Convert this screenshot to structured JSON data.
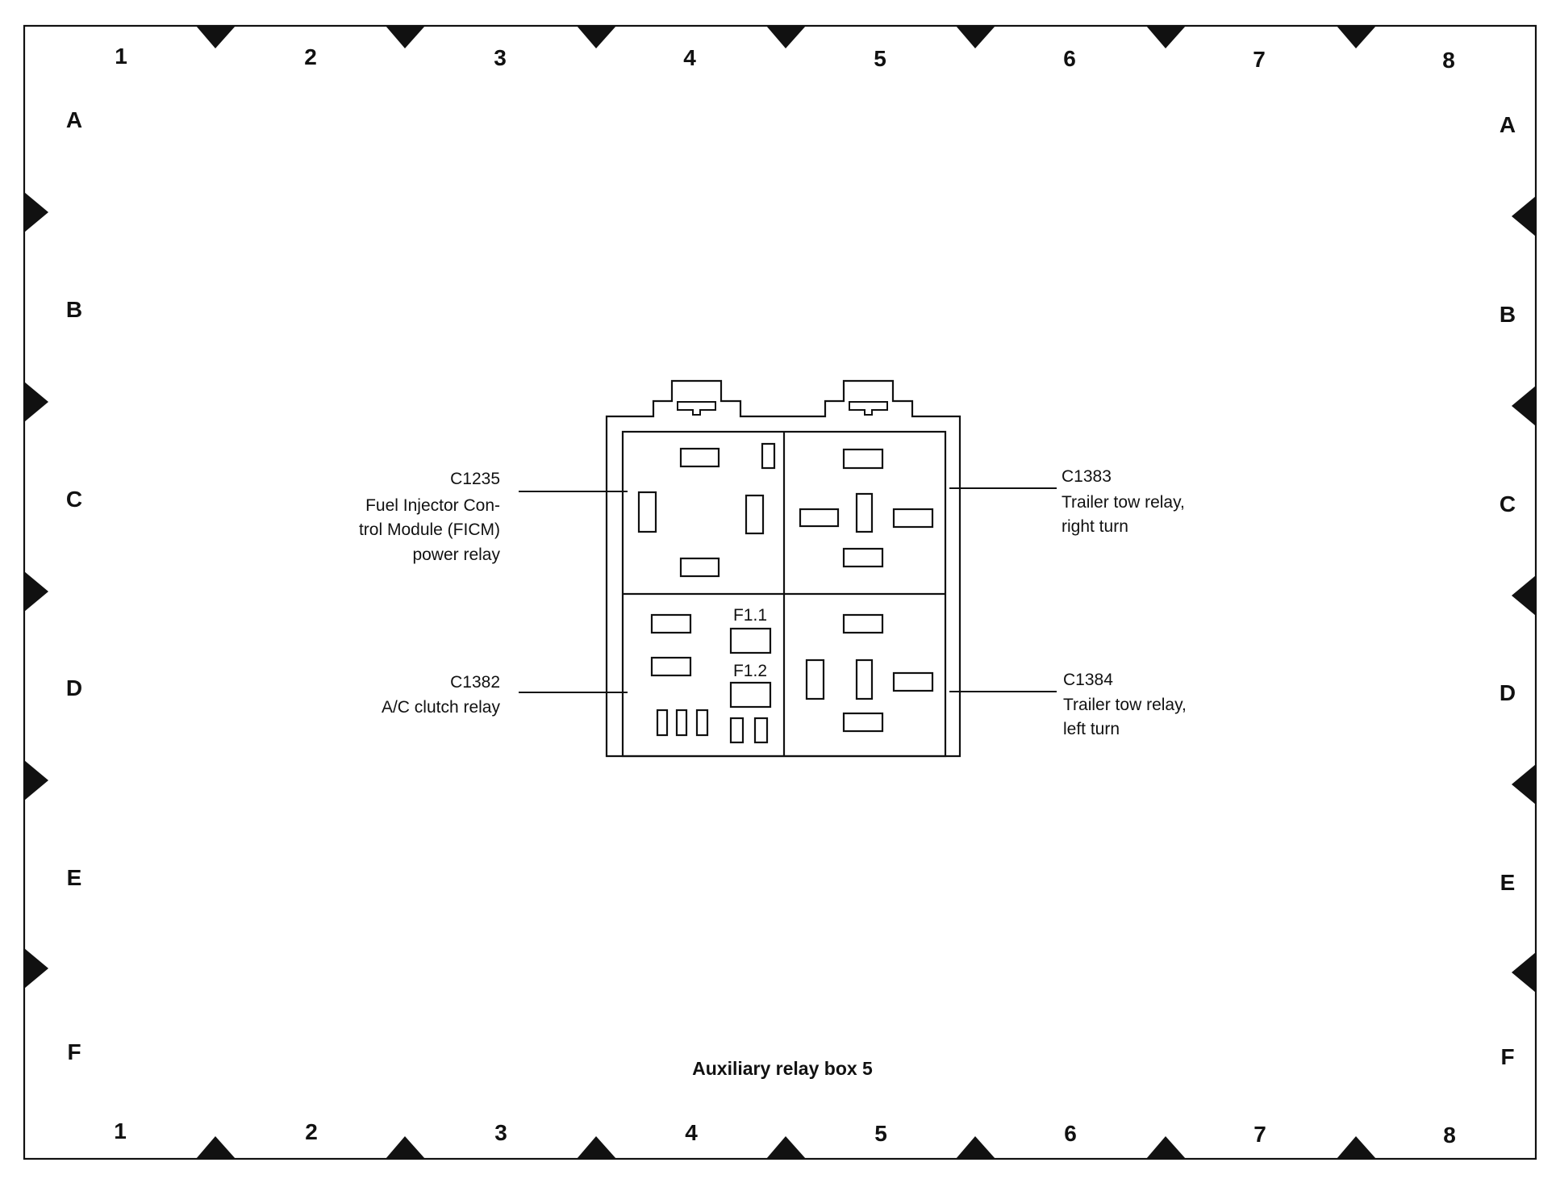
{
  "grid": {
    "columns": [
      "1",
      "2",
      "3",
      "4",
      "5",
      "6",
      "7",
      "8"
    ],
    "rows": [
      "A",
      "B",
      "C",
      "D",
      "E",
      "F"
    ]
  },
  "connectors": {
    "c1235": {
      "code": "C1235",
      "lines": [
        "Fuel Injector Con-",
        "trol Module (FICM)",
        "power relay"
      ]
    },
    "c1383": {
      "code": "C1383",
      "lines": [
        "Trailer tow relay,",
        "right turn"
      ]
    },
    "c1382": {
      "code": "C1382",
      "lines": [
        "A/C clutch relay"
      ]
    },
    "c1384": {
      "code": "C1384",
      "lines": [
        "Trailer tow relay,",
        "left turn"
      ]
    }
  },
  "fuses": {
    "f1_1": "F1.1",
    "f1_2": "F1.2"
  },
  "title": "Auxiliary relay box 5"
}
